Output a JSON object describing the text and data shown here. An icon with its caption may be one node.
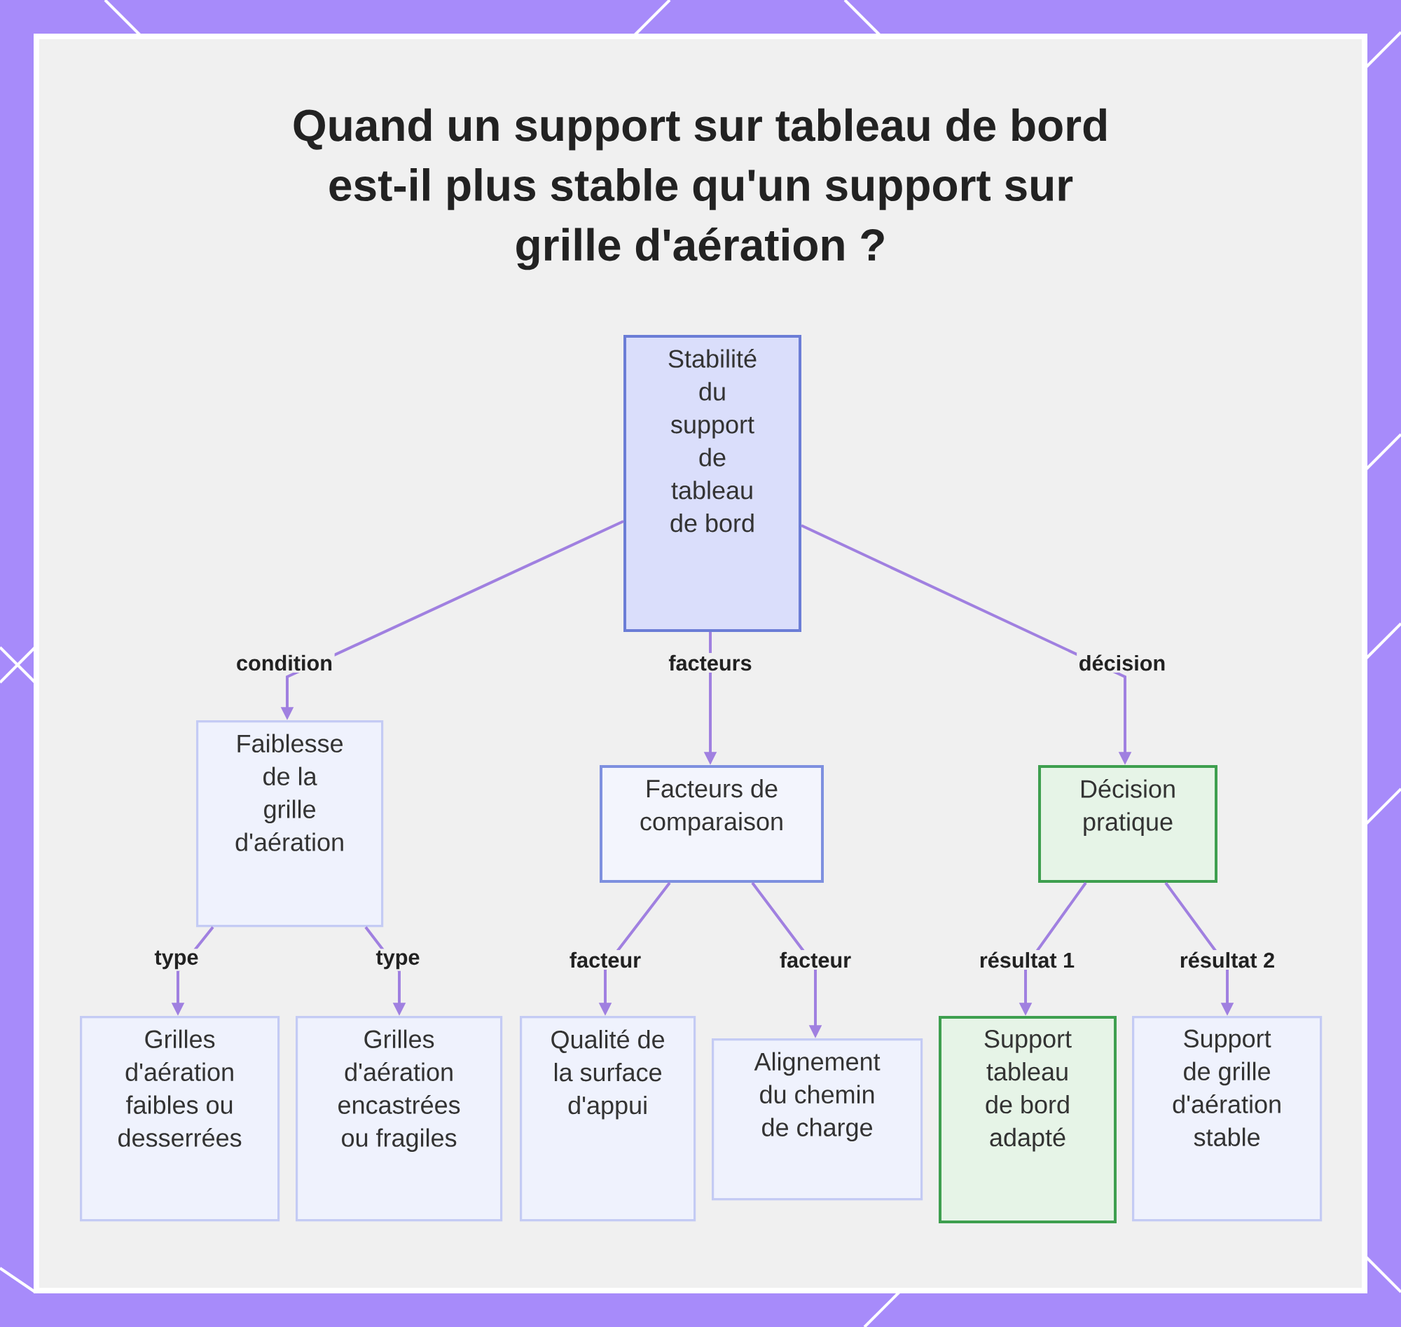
{
  "diagram": {
    "title": "Quand un support sur tableau de bord est-il plus stable qu'un support sur grille d'aération ?",
    "nodes": [
      {
        "text": [
          "Stabilité du support de tableau de bord"
        ]
      },
      {
        "text": [
          "Faiblesse de la grille d'aération"
        ]
      },
      {
        "text": [
          "Facteurs de comparaison"
        ]
      },
      {
        "text": [
          "Décision pratique"
        ]
      },
      {
        "text": [
          "Grilles d'aération faibles ou desserrées"
        ]
      },
      {
        "text": [
          "Grilles d'aération encastrées ou fragiles"
        ]
      },
      {
        "text": [
          "Qualité de la surface d'appui"
        ]
      },
      {
        "text": [
          "Alignement du chemin de charge"
        ]
      },
      {
        "text": [
          "Support tableau de bord adapté"
        ]
      },
      {
        "text": [
          "Support de grille d'aération stable"
        ]
      }
    ],
    "edges": [
      {
        "from": 0,
        "to": 1,
        "arrow": "to",
        "label": "condition"
      },
      {
        "from": 0,
        "to": 2,
        "arrow": "to",
        "label": "facteurs"
      },
      {
        "from": 0,
        "to": 3,
        "arrow": "to",
        "label": "décision"
      },
      {
        "from": 1,
        "to": 4,
        "arrow": "to",
        "label": "type"
      },
      {
        "from": 1,
        "to": 5,
        "arrow": "to",
        "label": "type"
      },
      {
        "from": 2,
        "to": 6,
        "arrow": "to",
        "label": "facteur"
      },
      {
        "from": 2,
        "to": 7,
        "arrow": "to",
        "label": "facteur"
      },
      {
        "from": 3,
        "to": 8,
        "arrow": "to",
        "label": "résultat 1"
      },
      {
        "from": 3,
        "to": 9,
        "arrow": "to",
        "label": "résultat 2"
      }
    ]
  }
}
